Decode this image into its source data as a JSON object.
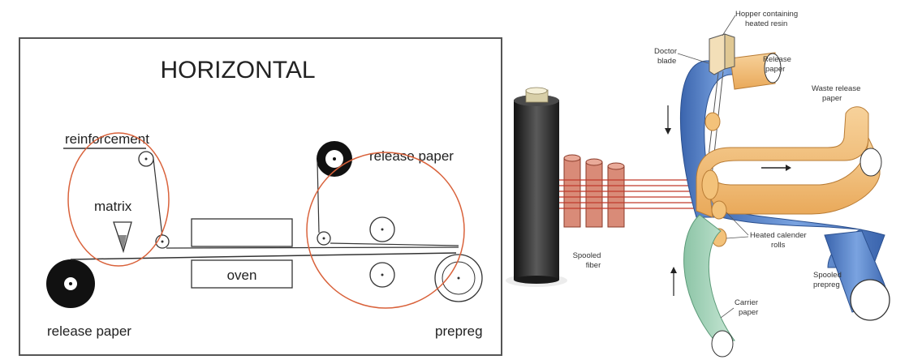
{
  "left_diagram": {
    "title": "HORIZONTAL",
    "labels": {
      "reinforcement": "reinforcement",
      "matrix": "matrix",
      "release_paper_top": "release paper",
      "oven": "oven",
      "release_paper_bottom": "release paper",
      "prepreg": "prepreg"
    },
    "colors": {
      "highlight_circle": "#d9623b",
      "frame": "#555555"
    }
  },
  "right_diagram": {
    "labels": {
      "hopper_line1": "Hopper containing",
      "hopper_line2": "heated resin",
      "doctor_line1": "Doctor",
      "doctor_line2": "blade",
      "release_line1": "Release",
      "release_line2": "paper",
      "waste_line1": "Waste release",
      "waste_line2": "paper",
      "calender_line1": "Heated calender",
      "calender_line2": "rolls",
      "spooled_fiber_line1": "Spooled",
      "spooled_fiber_line2": "fiber",
      "spooled_prepreg_line1": "Spooled",
      "spooled_prepreg_line2": "prepreg",
      "carrier_line1": "Carrier",
      "carrier_line2": "paper"
    },
    "colors": {
      "blue_sheet": "#4f7fc6",
      "orange_sheet": "#f3c27a",
      "green_sheet": "#a7d4bc",
      "fiber_spool": "#d98b78",
      "fiber_lines": "#c0392b",
      "spool_dark": "#2b2b2b"
    }
  }
}
